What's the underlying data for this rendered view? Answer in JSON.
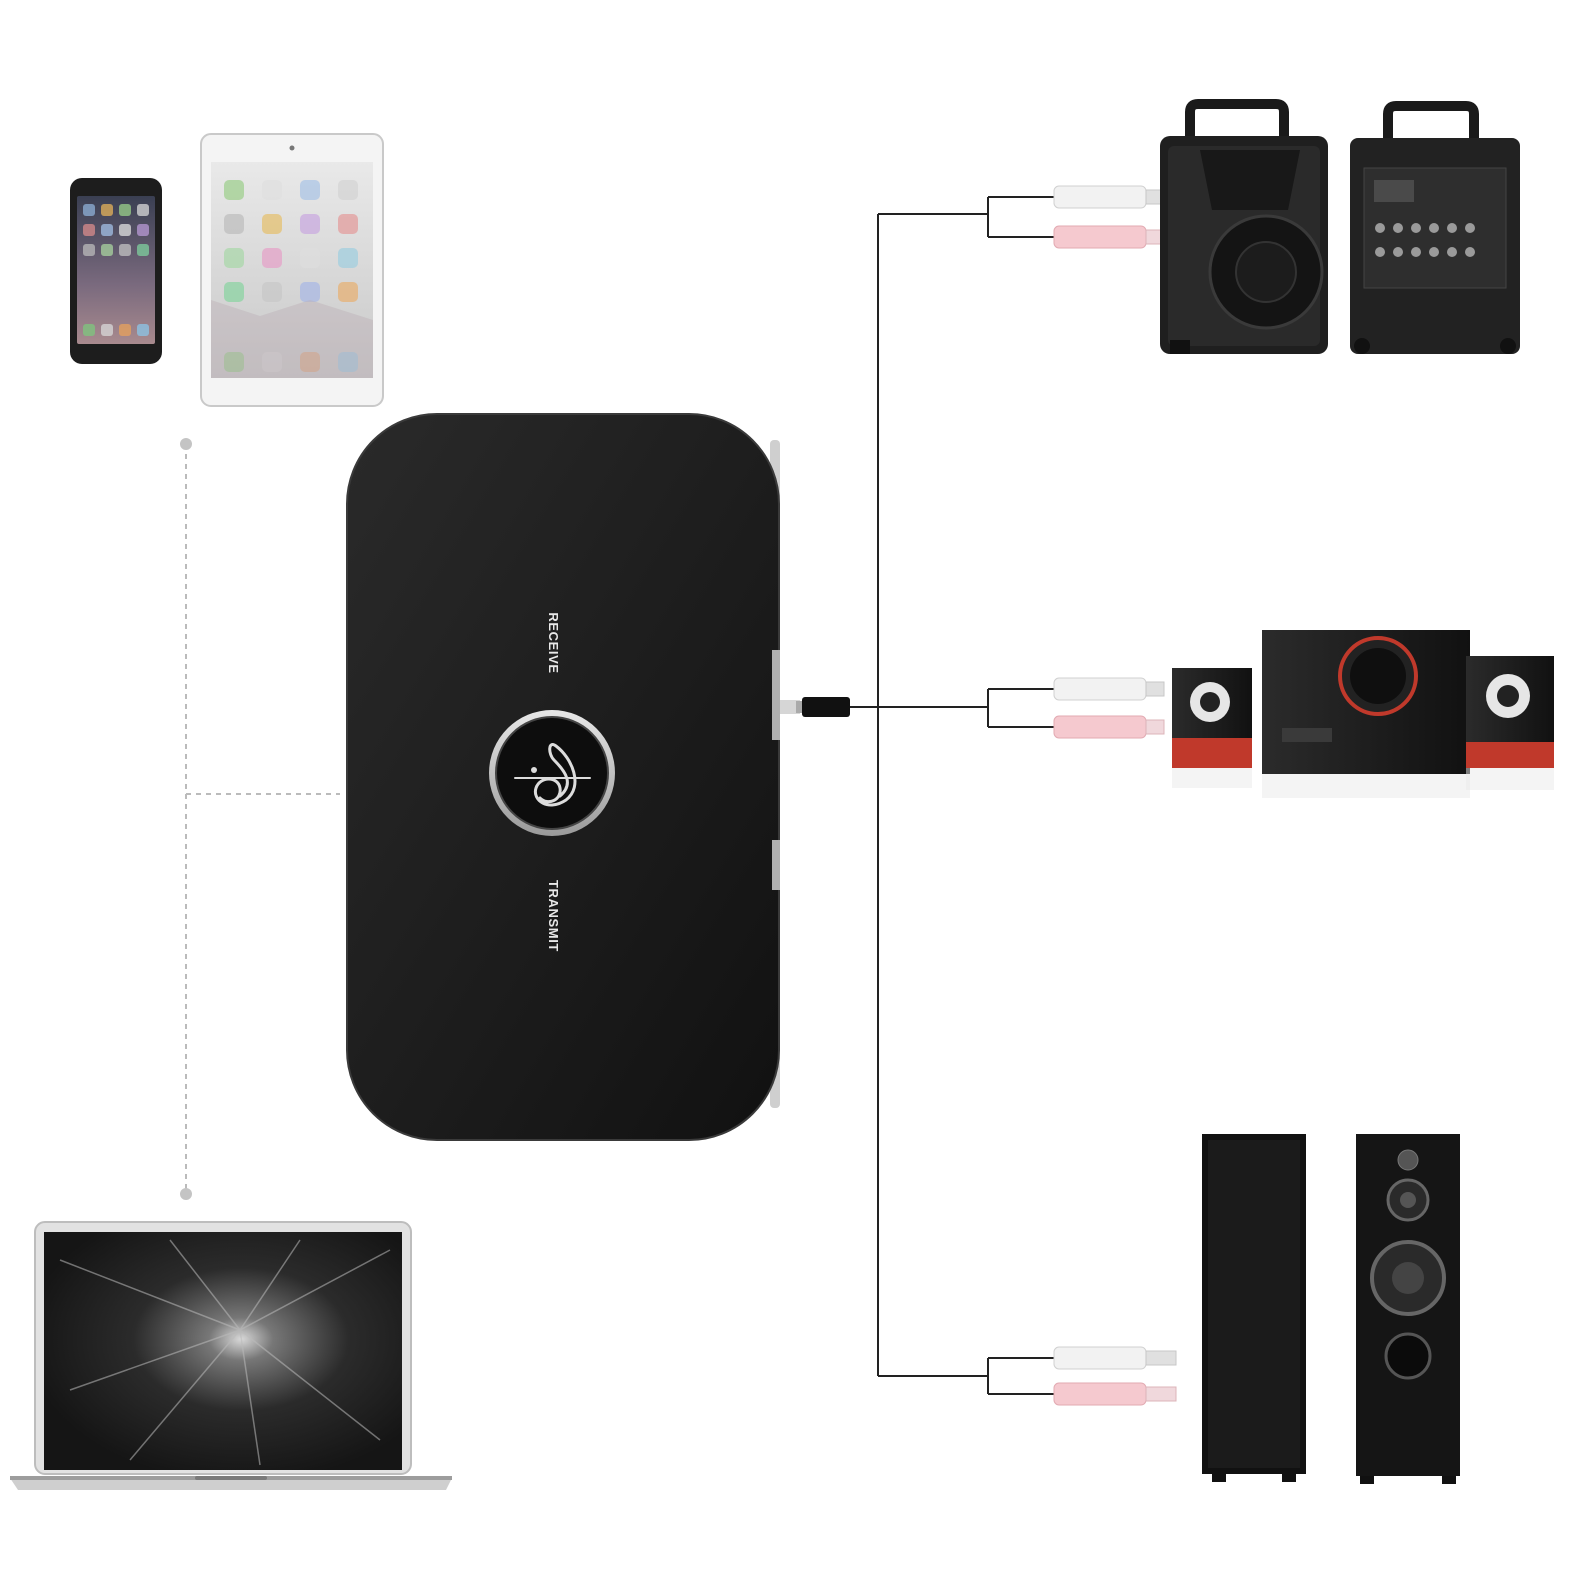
{
  "device": {
    "receive_label": "RECEIVE",
    "transmit_label": "TRANSMIT",
    "button_icon": "treble-clef-icon"
  },
  "sources": [
    {
      "name": "smartphone",
      "icon": "phone-icon"
    },
    {
      "name": "tablet",
      "icon": "tablet-icon"
    },
    {
      "name": "laptop",
      "icon": "laptop-icon"
    }
  ],
  "outputs": [
    {
      "name": "pa-speakers",
      "icon": "pa-speaker-icon"
    },
    {
      "name": "desktop-speaker-system",
      "icon": "subwoofer-speaker-icon"
    },
    {
      "name": "floor-standing-speakers",
      "icon": "tower-speaker-icon"
    }
  ],
  "colors": {
    "background": "#ffffff",
    "device_body": "#1a1a1a",
    "line": "#222222",
    "dashed": "#bbbbbb",
    "rca_white": "#f2f2f2",
    "rca_red": "#f5c9cf",
    "speaker_red": "#c0392b"
  }
}
